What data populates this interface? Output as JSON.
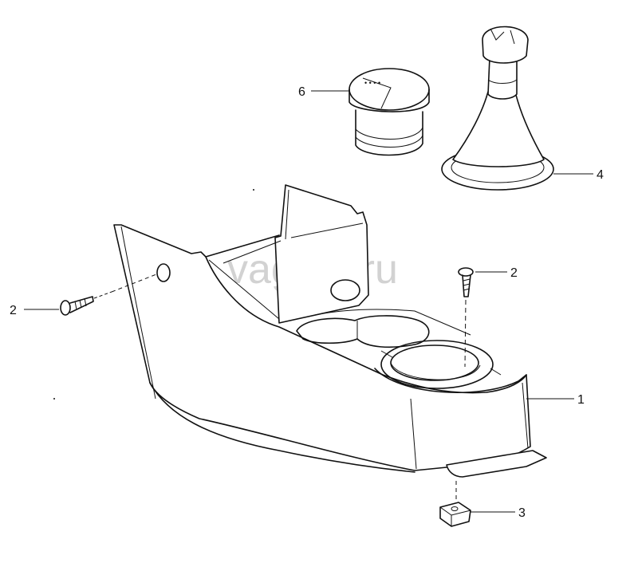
{
  "watermark": "vagtec.ru",
  "callouts": [
    {
      "id": "6",
      "label": "6"
    },
    {
      "id": "4",
      "label": "4"
    },
    {
      "id": "2a",
      "label": "2"
    },
    {
      "id": "2b",
      "label": "2"
    },
    {
      "id": "1",
      "label": "1"
    },
    {
      "id": "3",
      "label": "3"
    }
  ]
}
